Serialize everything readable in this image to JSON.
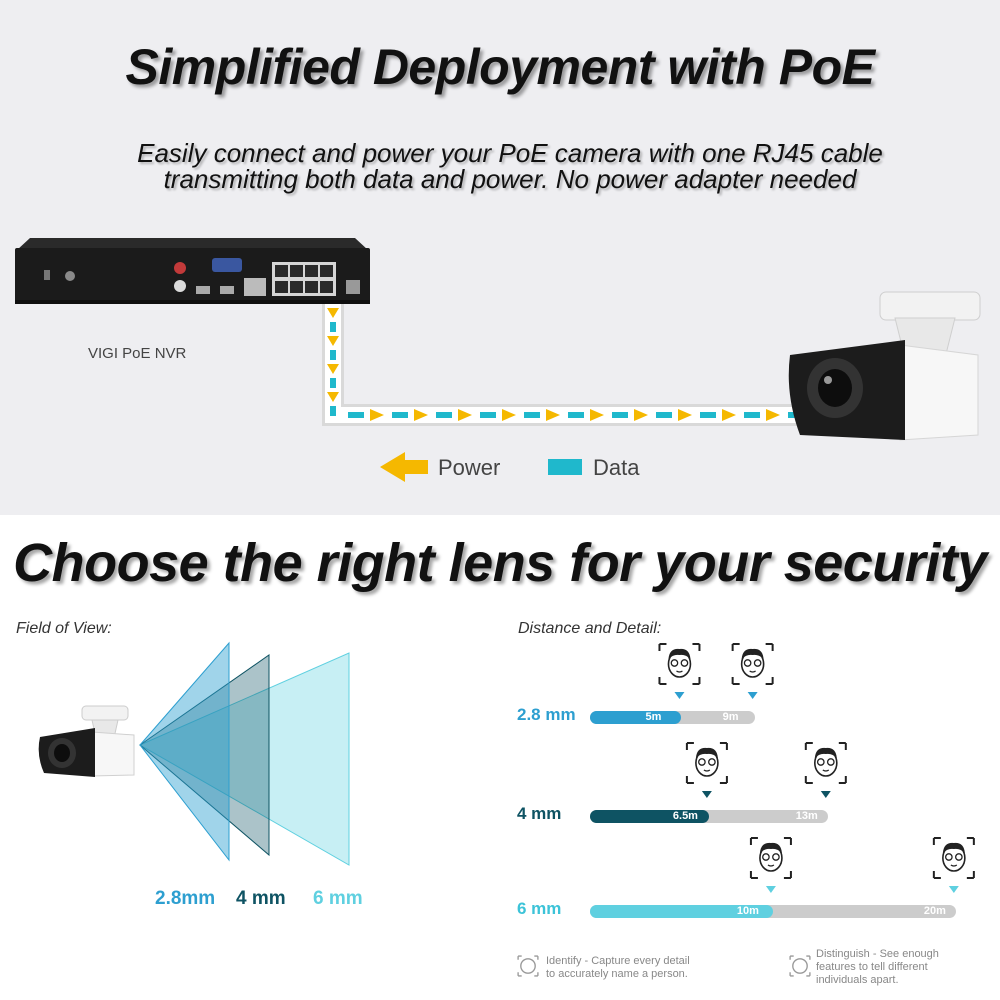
{
  "hero": {
    "title": "Simplified Deployment with PoE",
    "description_line1": "Easily connect and power your PoE camera with one RJ45 cable",
    "description_line2": "transmitting both data and power. No power adapter needed",
    "nvr_label": "VIGI PoE NVR",
    "legend": {
      "power_label": "Power",
      "data_label": "Data",
      "power_color": "#f5b800",
      "data_color": "#1fb8cc"
    }
  },
  "lens_section": {
    "title": "Choose the right lens for your security",
    "field_of_view": {
      "heading": "Field of View:",
      "lenses": [
        {
          "label": "2.8mm",
          "color": "#2d9fd0"
        },
        {
          "label": "4 mm",
          "color": "#0e5363"
        },
        {
          "label": "6 mm",
          "color": "#5fd0e0"
        }
      ]
    },
    "distance_detail": {
      "heading": "Distance and Detail:",
      "rows": [
        {
          "lens": "2.8 mm",
          "lens_color": "#2d9fd0",
          "identify": "5m",
          "distinguish": "9m",
          "bar_color": "#2d9fd0"
        },
        {
          "lens": "4 mm",
          "lens_color": "#0e5363",
          "identify": "6.5m",
          "distinguish": "13m",
          "bar_color": "#0e5363"
        },
        {
          "lens": "6 mm",
          "lens_color": "#3cc3d8",
          "identify": "10m",
          "distinguish": "20m",
          "bar_color": "#5fd0e0"
        }
      ],
      "footnote_identify_line1": "Identify - Capture every detail",
      "footnote_identify_line2": "to accurately name a person.",
      "footnote_distinguish_line1": "Distinguish - See enough",
      "footnote_distinguish_line2": "features to tell different",
      "footnote_distinguish_line3": "individuals apart."
    }
  }
}
